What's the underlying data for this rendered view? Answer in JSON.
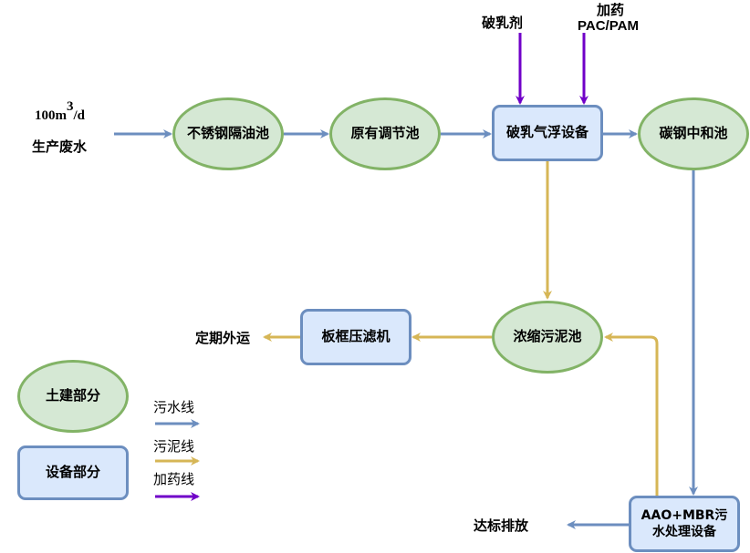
{
  "colors": {
    "sewage_line": "#6c8ebf",
    "sludge_line": "#d6b656",
    "dosing_line": "#7000c8",
    "civil_fill": "#d5e8d4",
    "civil_stroke": "#82b366",
    "equipment_fill": "#dae8fc",
    "equipment_stroke": "#6c8ebf"
  },
  "inflow": {
    "capacity_value": "100m",
    "capacity_exp": "3",
    "capacity_unit": "/d",
    "label": "生产废水"
  },
  "dosing": {
    "demulsifier": "破乳剂",
    "chemical_line1": "加药",
    "chemical_line2": "PAC/PAM"
  },
  "nodes": {
    "oil_separator": "不锈钢隔油池",
    "equalization_tank": "原有调节池",
    "flotation_equipment": "破乳气浮设备",
    "neutralization_tank": "碳钢中和池",
    "sludge_thickener": "浓缩污泥池",
    "filter_press": "板框压滤机",
    "aao_mbr_line1": "AAO+MBR污",
    "aao_mbr_line2": "水处理设备"
  },
  "outputs": {
    "sludge_disposal": "定期外运",
    "discharge": "达标排放"
  },
  "legend": {
    "civil": "土建部分",
    "equipment": "设备部分",
    "sewage_line": "污水线",
    "sludge_line": "污泥线",
    "dosing_line": "加药线"
  }
}
